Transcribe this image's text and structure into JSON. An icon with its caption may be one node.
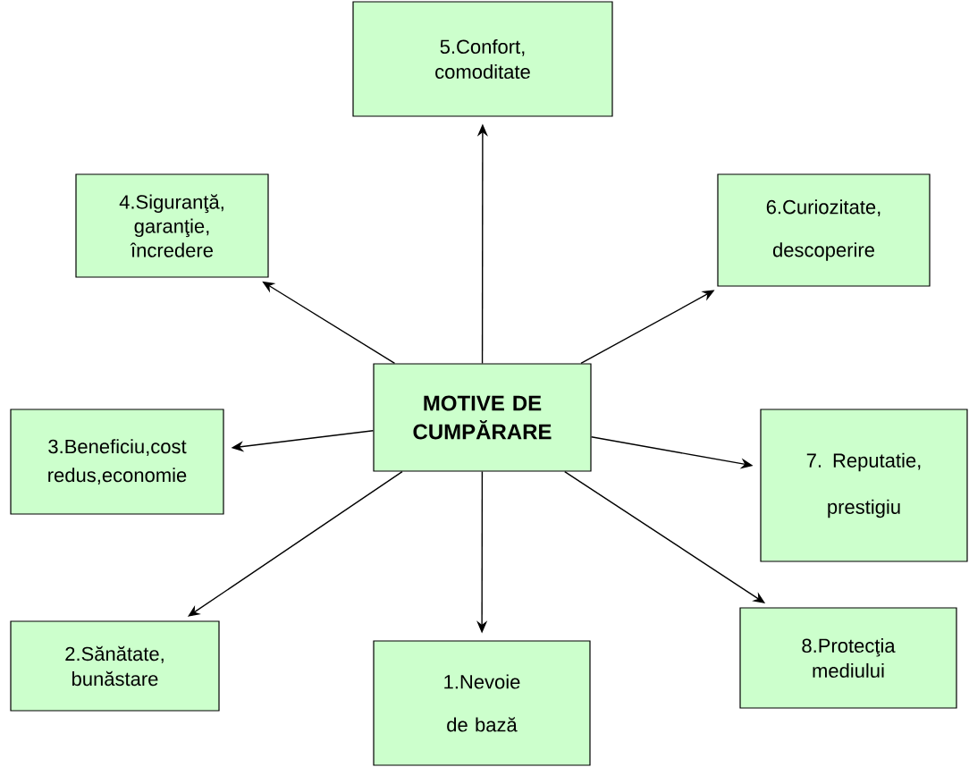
{
  "diagram": {
    "nodes": [
      {
        "text": [
          "5.Confort, comoditate"
        ]
      },
      {
        "text": [
          "4.Siguranţă, garanţie, încredere"
        ]
      },
      {
        "text": [
          "6.Curiozitate, descoperire"
        ]
      },
      {
        "text": [
          "MOTIVE DE CUMPĂRARE"
        ]
      },
      {
        "text": [
          "3.Beneficiu,cost redus,economie"
        ]
      },
      {
        "text": [
          "7. Reputatie, prestigiu"
        ]
      },
      {
        "text": [
          "2.Sănătate, bunăstare"
        ]
      },
      {
        "text": [
          "1.Nevoie de bază"
        ]
      },
      {
        "text": [
          "8.Protecţia mediului"
        ]
      }
    ],
    "edges": [
      {
        "from": 3,
        "to": 0,
        "arrow": "to"
      },
      {
        "from": 3,
        "to": 1,
        "arrow": "to"
      },
      {
        "from": 3,
        "to": 2,
        "arrow": "to"
      },
      {
        "from": 3,
        "to": 4,
        "arrow": "to"
      },
      {
        "from": 3,
        "to": 5,
        "arrow": "to"
      },
      {
        "from": 3,
        "to": 6,
        "arrow": "to"
      },
      {
        "from": 3,
        "to": 7,
        "arrow": "to"
      },
      {
        "from": 3,
        "to": 8,
        "arrow": "to"
      }
    ]
  }
}
